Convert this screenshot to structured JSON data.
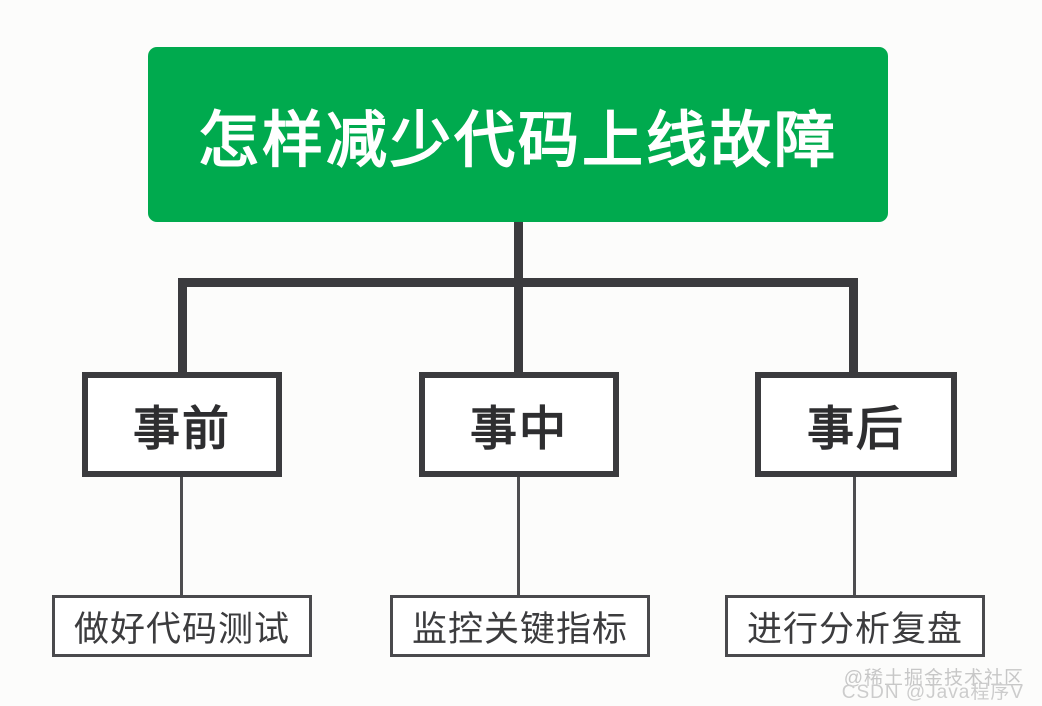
{
  "diagram": {
    "title": "怎样减少代码上线故障",
    "branches": [
      {
        "label": "事前",
        "child": "做好代码测试"
      },
      {
        "label": "事中",
        "child": "监控关键指标"
      },
      {
        "label": "事后",
        "child": "进行分析复盘"
      }
    ],
    "colors": {
      "title_bg": "#00aa4e",
      "line": "#3b3b3e",
      "box_border": "#3b3b3e",
      "leaf_border": "#4a4a4d",
      "text_dark": "#2e2e30",
      "watermark": "#c7c7c7",
      "canvas_bg": "#fcfcfb"
    }
  },
  "watermark": {
    "line1": "@稀土掘金技术社区",
    "line2": "CSDN @Java程序V"
  }
}
